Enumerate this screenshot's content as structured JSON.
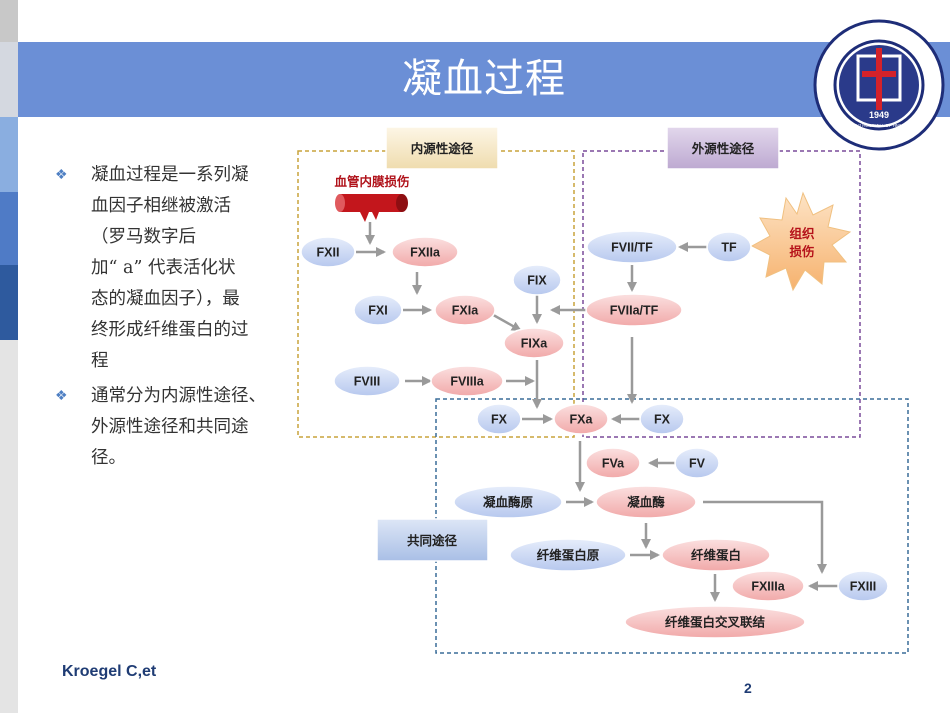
{
  "slide": {
    "title": "凝血过程",
    "citation": "Kroegel C,et",
    "page_number": "2"
  },
  "bullets": [
    "凝血过程是一系列凝\n血因子相继被激活\n（罗马数字后\n加“ a” 代表活化状\n态的凝血因子），最\n终形成纤维蛋白的过\n程",
    "通常分为内源性途径、\n外源性途径和共同途\n径。"
  ],
  "logo": {
    "center_text": "1949",
    "sub_text": "1st HOSPITAL OF HMU"
  },
  "pathways": {
    "intrinsic": "内源性途径",
    "extrinsic": "外源性途径",
    "common": "共同途径"
  },
  "nodes": {
    "vessel_injury": "血管内膜损伤",
    "tissue_injury": "组织\n损伤",
    "fxii": "FXII",
    "fxiia": "FXIIa",
    "fxi": "FXI",
    "fxia": "FXIa",
    "fix": "FIX",
    "fixa": "FIXa",
    "fviii": "FVIII",
    "fviiia": "FVIIIa",
    "fvii_tf": "FVII/TF",
    "tf": "TF",
    "fviia_tf": "FVIIa/TF",
    "fx_left": "FX",
    "fxa": "FXa",
    "fx_right": "FX",
    "fva": "FVa",
    "fv": "FV",
    "prothrombin": "凝血酶原",
    "thrombin": "凝血酶",
    "fibrinogen": "纤维蛋白原",
    "fibrin": "纤维蛋白",
    "fxiiia": "FXIIIa",
    "fxiii": "FXIII",
    "crosslinked_fibrin": "纤维蛋白交叉联结"
  },
  "colors": {
    "title_bar": "#6b8fd6",
    "blue_node": "#c9d6f3",
    "red_node": "#f4b9b9",
    "intrinsic_border": "#c9a43c",
    "extrinsic_border": "#7a4b9a",
    "common_border": "#3a6d99"
  }
}
